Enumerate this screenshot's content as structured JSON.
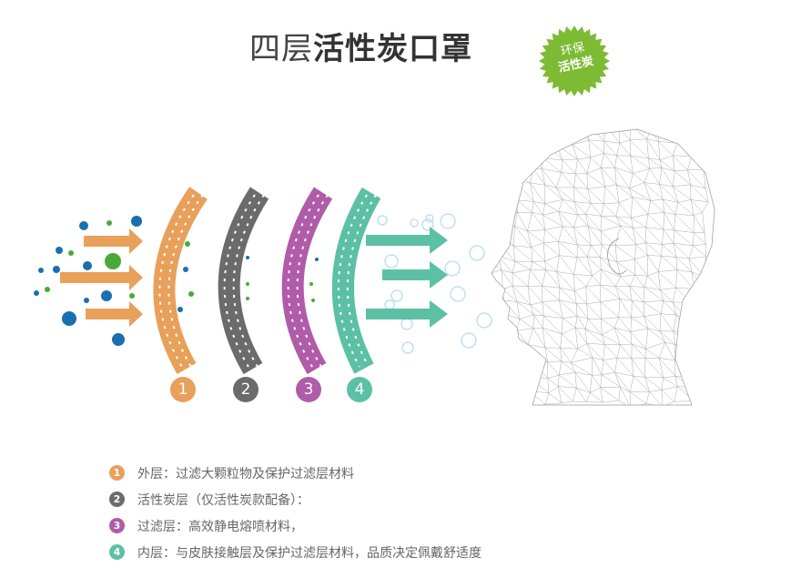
{
  "title": {
    "light": "四层",
    "bold": "活性炭口罩"
  },
  "badge": {
    "line1": "环保",
    "line2": "活性炭",
    "color": "#7dbb35"
  },
  "layers": [
    {
      "number": "1",
      "color": "#e8a05a"
    },
    {
      "number": "2",
      "color": "#6b6b6b"
    },
    {
      "number": "3",
      "color": "#b05ca8"
    },
    {
      "number": "4",
      "color": "#5cc0a5"
    }
  ],
  "legend": [
    {
      "number": "1",
      "text": "外层：过滤大颗粒物及保护过滤层材料"
    },
    {
      "number": "2",
      "text": "活性炭层（仅活性炭款配备）："
    },
    {
      "number": "3",
      "text": "过滤层：高效静电熔喷材料，"
    },
    {
      "number": "4",
      "text": "内层：与皮肤接触层及保护过滤层材料，品质决定佩戴舒适度"
    }
  ]
}
